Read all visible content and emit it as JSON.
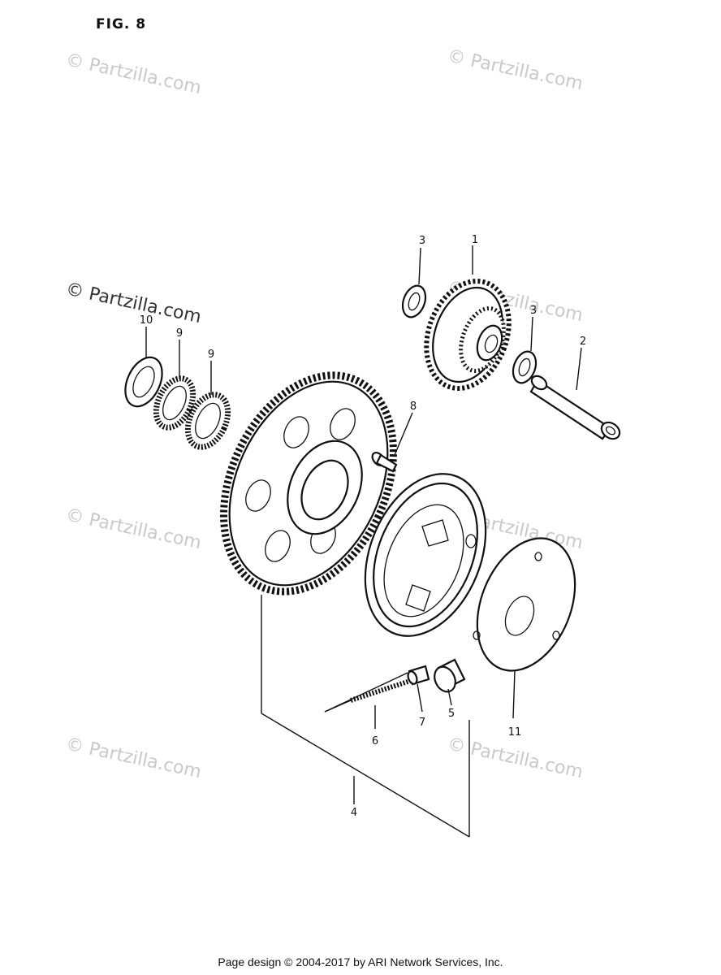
{
  "figure": {
    "label": "FIG. 8"
  },
  "watermark": {
    "text": "© Partzilla.com",
    "color": "#c9c9c9"
  },
  "callouts": [
    "1",
    "2",
    "3",
    "3",
    "4",
    "5",
    "6",
    "7",
    "8",
    "9",
    "9",
    "10",
    "11"
  ],
  "footer": {
    "text": "Page design © 2004-2017 by ARI Network Services, Inc."
  }
}
